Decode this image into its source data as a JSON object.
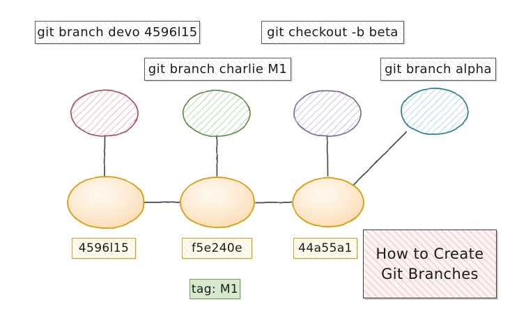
{
  "diagram": {
    "kind": "git-branch-diagram",
    "background": "#ffffff",
    "title_box": {
      "line1": "How to Create",
      "line2": "Git Branches",
      "fill": "#fdf3f3",
      "stroke": "#3b3b3b",
      "hatch": "#d67878"
    },
    "commands": [
      {
        "name": "devo-branch-command",
        "text": "git branch devo 4596l15"
      },
      {
        "name": "charlie-branch-command",
        "text": "git branch charlie M1"
      },
      {
        "name": "beta-checkout-command",
        "text": "git checkout -b beta"
      },
      {
        "name": "alpha-branch-command",
        "text": "git branch alpha"
      }
    ],
    "branches": [
      {
        "name": "devo-branch-node",
        "label": "",
        "stroke": "#a5515e",
        "hatch": "#e3a3ad"
      },
      {
        "name": "charlie-branch-node",
        "label": "",
        "stroke": "#5f8d4e",
        "hatch": "#a9c89a"
      },
      {
        "name": "beta-branch-node",
        "label": "",
        "stroke": "#7e6a9e",
        "hatch": "#bfb0d4"
      },
      {
        "name": "alpha-branch-node",
        "label": "",
        "stroke": "#2b7b96",
        "hatch": "#9ccbdc"
      }
    ],
    "commits": [
      {
        "name": "commit-node-1",
        "hash": "4596l15",
        "stroke": "#d9a21b",
        "fill": "#fde4c4"
      },
      {
        "name": "commit-node-2",
        "hash": "f5e240e",
        "stroke": "#d9a21b",
        "fill": "#fde4c4"
      },
      {
        "name": "commit-node-3",
        "hash": "44a55a1",
        "stroke": "#d9a21b",
        "fill": "#fde4c4"
      }
    ],
    "tag": {
      "text": "tag: M1",
      "fill": "#d8e8cd",
      "stroke": "#7aa05e"
    },
    "edge_color": "#3f4a55"
  }
}
